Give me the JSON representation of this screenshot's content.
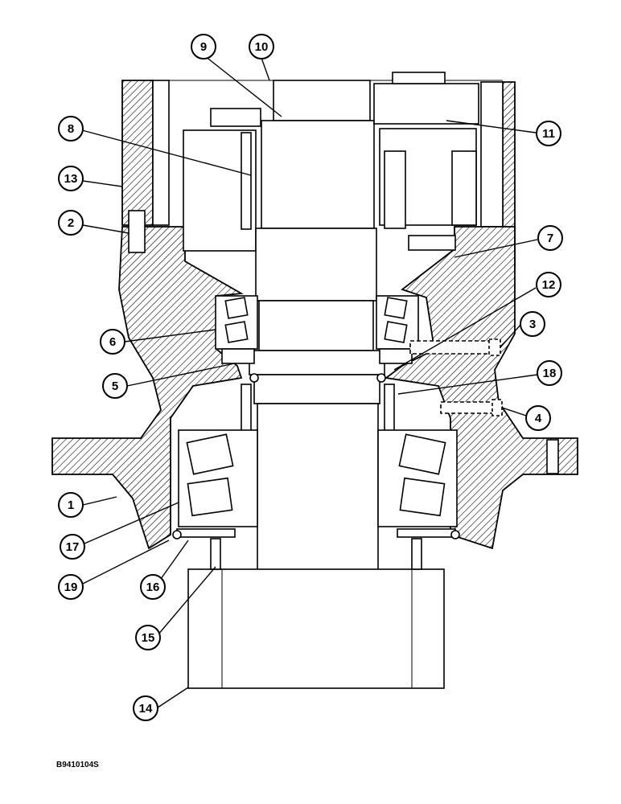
{
  "diagram": {
    "reference_code": "B9410104S",
    "callouts": [
      {
        "id": "1",
        "label": "1"
      },
      {
        "id": "2",
        "label": "2"
      },
      {
        "id": "3",
        "label": "3"
      },
      {
        "id": "4",
        "label": "4"
      },
      {
        "id": "5",
        "label": "5"
      },
      {
        "id": "6",
        "label": "6"
      },
      {
        "id": "7",
        "label": "7"
      },
      {
        "id": "8",
        "label": "8"
      },
      {
        "id": "9",
        "label": "9"
      },
      {
        "id": "10",
        "label": "10"
      },
      {
        "id": "11",
        "label": "11"
      },
      {
        "id": "12",
        "label": "12"
      },
      {
        "id": "13",
        "label": "13"
      },
      {
        "id": "14",
        "label": "14"
      },
      {
        "id": "15",
        "label": "15"
      },
      {
        "id": "16",
        "label": "16"
      },
      {
        "id": "17",
        "label": "17"
      },
      {
        "id": "18",
        "label": "18"
      },
      {
        "id": "19",
        "label": "19"
      }
    ]
  }
}
